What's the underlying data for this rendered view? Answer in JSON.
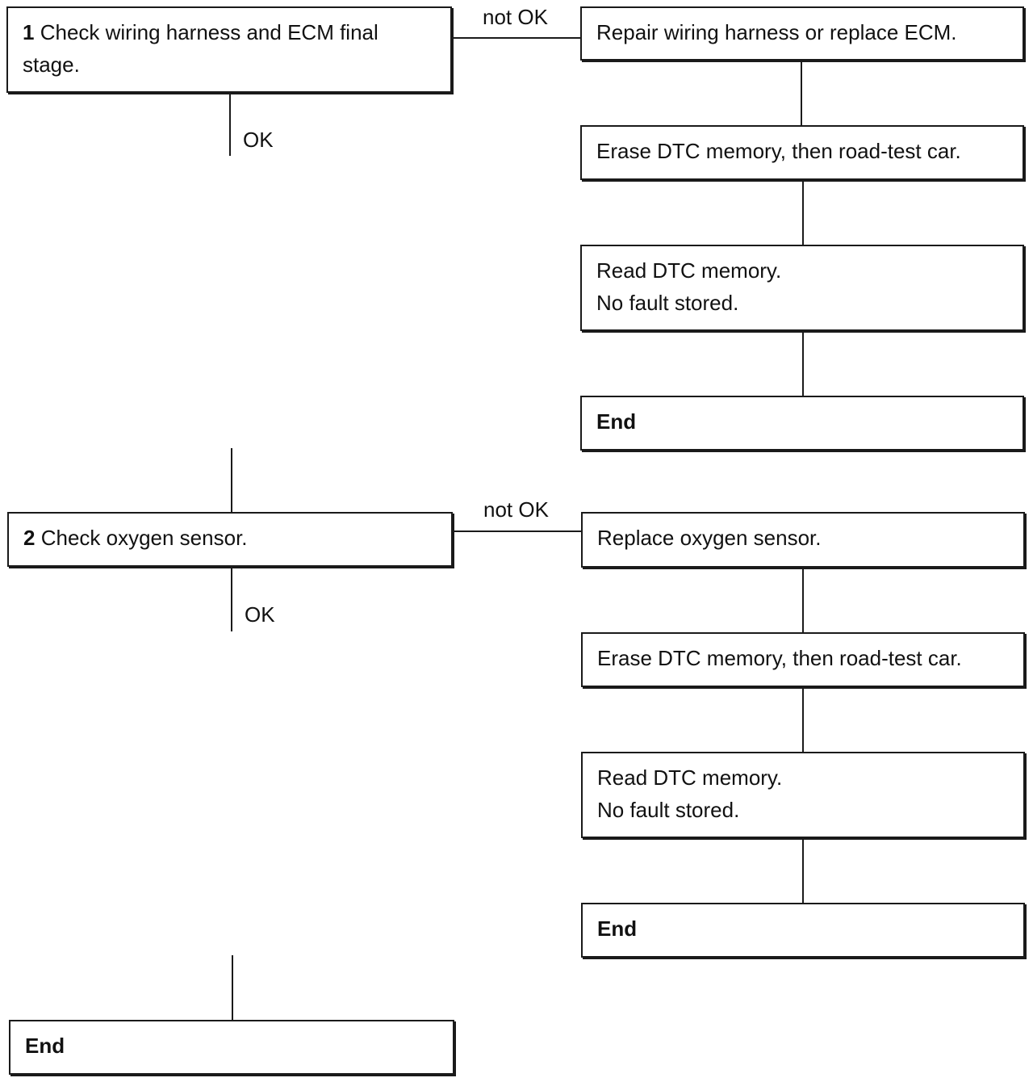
{
  "step1": {
    "number": "1",
    "text_line1": "Check wiring harness and ECM final",
    "text_line2": "stage.",
    "not_ok_label": "not OK",
    "ok_label": "OK",
    "not_ok_branch": {
      "action": "Repair wiring harness or replace ECM.",
      "erase": "Erase DTC memory, then road-test car.",
      "read_line1": "Read DTC memory.",
      "read_line2": "No fault stored.",
      "end": "End"
    }
  },
  "step2": {
    "number": "2",
    "text": "Check oxygen sensor.",
    "not_ok_label": "not OK",
    "ok_label": "OK",
    "not_ok_branch": {
      "action": "Replace oxygen sensor.",
      "erase": "Erase DTC memory, then road-test car.",
      "read_line1": "Read DTC memory.",
      "read_line2": "No fault stored.",
      "end": "End"
    }
  },
  "final_end": "End"
}
